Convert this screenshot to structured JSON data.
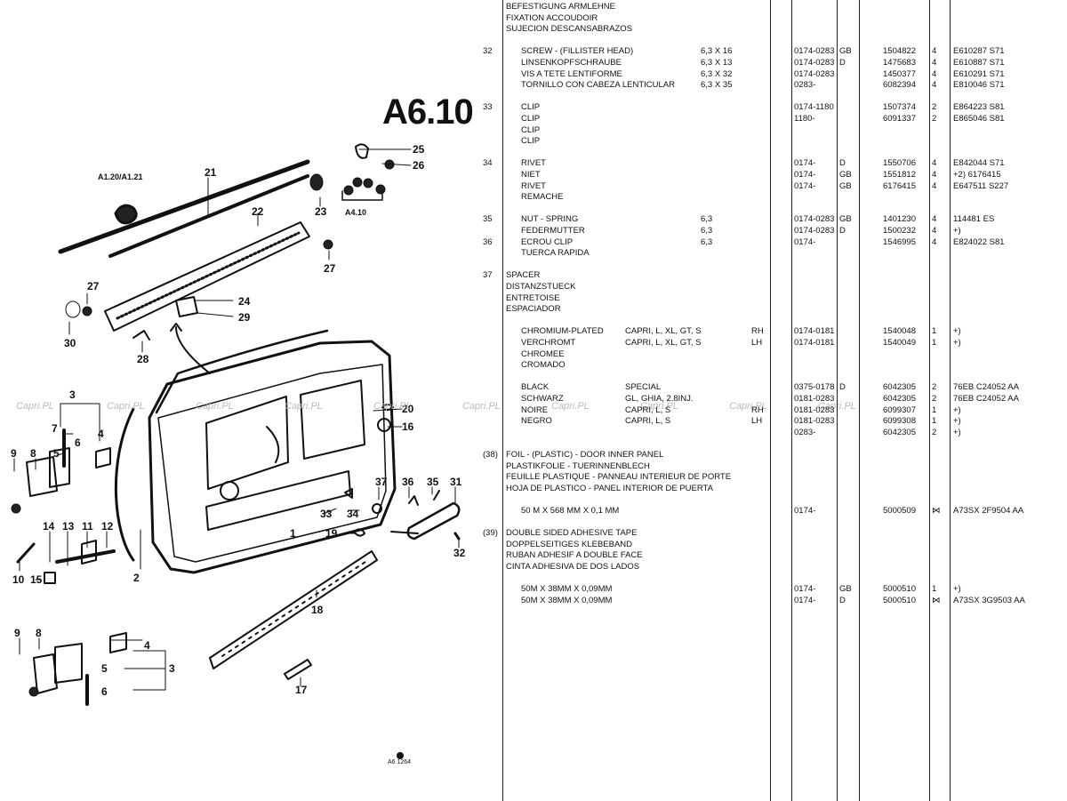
{
  "page": {
    "sheet_code": "A6.10",
    "diagram_ref": "A6 1264",
    "watermark": "Capri.PL"
  },
  "diagram_labels": {
    "n1": "1",
    "n2": "2",
    "n3a": "3",
    "n3b": "3",
    "n4a": "4",
    "n4b": "4",
    "n5a": "5",
    "n5b": "5",
    "n6a": "6",
    "n6b": "6",
    "n7": "7",
    "n8a": "8",
    "n8b": "8",
    "n9a": "9",
    "n9b": "9",
    "n10": "10",
    "n11": "11",
    "n12": "12",
    "n13": "13",
    "n14": "14",
    "n15": "15",
    "n16": "16",
    "n17": "17",
    "n18": "18",
    "n19": "19",
    "n20": "20",
    "n21": "21",
    "n22": "22",
    "n23": "23",
    "n24": "24",
    "n25": "25",
    "n26": "26",
    "n27a": "27",
    "n27b": "27",
    "n28": "28",
    "n29": "29",
    "n30": "30",
    "n31": "31",
    "n32": "32",
    "n33": "33",
    "n34": "34",
    "n35": "35",
    "n36": "36",
    "n37": "37",
    "a1ref": "A1.20/A1.21",
    "a4ref": "A4.10"
  },
  "rows": [
    {
      "desc": "BEFESTIGUNG ARMLEHNE"
    },
    {
      "desc": "FIXATION ACCOUDOIR"
    },
    {
      "desc": "SUJECION DESCANSABRAZOS"
    },
    {},
    {
      "item": "32",
      "desc": "SCREW - (FILLISTER HEAD)",
      "ind": true,
      "size": "6,3 X 16",
      "date": "0174-0283",
      "cat": "GB",
      "part": "1504822",
      "qty": "4",
      "ref": "E610287 S71"
    },
    {
      "desc": "LINSENKOPFSCHRAUBE",
      "ind": true,
      "size": "6,3 X 13",
      "date": "0174-0283",
      "cat": "D",
      "part": "1475683",
      "qty": "4",
      "ref": "E610887 S71"
    },
    {
      "desc": "VIS A TETE LENTIFORME",
      "ind": true,
      "size": "6,3 X 32",
      "date": "0174-0283",
      "part": "1450377",
      "qty": "4",
      "ref": "E610291 S71"
    },
    {
      "desc": "TORNILLO CON CABEZA LENTICULAR",
      "ind": true,
      "size": "6,3 X 35",
      "date": "0283-",
      "part": "6082394",
      "qty": "4",
      "ref": "E810046 S71"
    },
    {},
    {
      "item": "33",
      "desc": "CLIP",
      "ind": true,
      "date": "0174-1180",
      "part": "1507374",
      "qty": "2",
      "ref": "E864223 S81"
    },
    {
      "desc": "CLIP",
      "ind": true,
      "date": "1180-",
      "part": "6091337",
      "qty": "2",
      "ref": "E865046 S81"
    },
    {
      "desc": "CLIP",
      "ind": true
    },
    {
      "desc": "CLIP",
      "ind": true
    },
    {},
    {
      "item": "34",
      "desc": "RIVET",
      "ind": true,
      "date": "0174-",
      "cat": "D",
      "part": "1550706",
      "qty": "4",
      "ref": "E842044 S71"
    },
    {
      "desc": "NIET",
      "ind": true,
      "date": "0174-",
      "cat": "GB",
      "part": "1551812",
      "qty": "4",
      "ref": "+2) 6176415"
    },
    {
      "desc": "RIVET",
      "ind": true,
      "date": "0174-",
      "cat": "GB",
      "part": "6176415",
      "qty": "4",
      "ref": "E647511 S227"
    },
    {
      "desc": "REMACHE",
      "ind": true
    },
    {},
    {
      "item": "35",
      "desc": "NUT - SPRING",
      "ind": true,
      "size": "6,3",
      "date": "0174-0283",
      "cat": "GB",
      "part": "1401230",
      "qty": "4",
      "ref": "114481 ES"
    },
    {
      "desc": "FEDERMUTTER",
      "ind": true,
      "size": "6,3",
      "date": "0174-0283",
      "cat": "D",
      "part": "1500232",
      "qty": "4",
      "ref": "+)"
    },
    {
      "item": "36",
      "desc": "ECROU CLIP",
      "ind": true,
      "size": "6,3",
      "date": "0174-",
      "part": "1546995",
      "qty": "4",
      "ref": "E824022 S81"
    },
    {
      "desc": "TUERCA RAPIDA",
      "ind": true
    },
    {},
    {
      "item": "37",
      "desc": "SPACER"
    },
    {
      "desc": "DISTANZSTUECK"
    },
    {
      "desc": "ENTRETOISE"
    },
    {
      "desc": "ESPACIADOR"
    },
    {},
    {
      "desc": "CHROMIUM-PLATED",
      "ind": true,
      "spec": "CAPRI, L, XL, GT, S",
      "side": "RH",
      "date": "0174-0181",
      "part": "1540048",
      "qty": "1",
      "ref": "+)"
    },
    {
      "desc": "VERCHROMT",
      "ind": true,
      "spec": "CAPRI, L, XL, GT, S",
      "side": "LH",
      "date": "0174-0181",
      "part": "1540049",
      "qty": "1",
      "ref": "+)"
    },
    {
      "desc": "CHROMEE",
      "ind": true
    },
    {
      "desc": "CROMADO",
      "ind": true
    },
    {},
    {
      "desc": "BLACK",
      "ind": true,
      "spec": "SPECIAL",
      "date": "0375-0178",
      "cat": "D",
      "part": "6042305",
      "qty": "2",
      "ref": "76EB C24052 AA"
    },
    {
      "desc": "SCHWARZ",
      "ind": true,
      "spec": "GL, GHIA, 2.8INJ.",
      "date": "0181-0283",
      "part": "6042305",
      "qty": "2",
      "ref": "76EB C24052 AA"
    },
    {
      "desc": "NOIRE",
      "ind": true,
      "spec": "CAPRI, L, S",
      "side": "RH",
      "date": "0181-0283",
      "part": "6099307",
      "qty": "1",
      "ref": "+)"
    },
    {
      "desc": "NEGRO",
      "ind": true,
      "spec": "CAPRI, L, S",
      "side": "LH",
      "date": "0181-0283",
      "part": "6099308",
      "qty": "1",
      "ref": "+)"
    },
    {
      "date": "0283-",
      "part": "6042305",
      "qty": "2",
      "ref": "+)"
    },
    {},
    {
      "item": "(38)",
      "desc": "FOIL - (PLASTIC) - DOOR INNER PANEL"
    },
    {
      "desc": "PLASTIKFOLIE - TUERINNENBLECH"
    },
    {
      "desc": "FEUILLE PLASTIQUE - PANNEAU INTERIEUR DE PORTE"
    },
    {
      "desc": "HOJA DE PLASTICO - PANEL INTERIOR DE PUERTA"
    },
    {},
    {
      "desc": "50 M X 568 MM X 0,1 MM",
      "ind": true,
      "date": "0174-",
      "part": "5000509",
      "qty": "⋈",
      "ref": "A73SX 2F9504 AA"
    },
    {},
    {
      "item": "(39)",
      "desc": "DOUBLE SIDED ADHESIVE TAPE"
    },
    {
      "desc": "DOPPELSEITIGES KLEBEBAND"
    },
    {
      "desc": "RUBAN ADHESIF A DOUBLE FACE"
    },
    {
      "desc": "CINTA ADHESIVA DE DOS LADOS"
    },
    {},
    {
      "desc": "50M X 38MM X 0,09MM",
      "ind": true,
      "date": "0174-",
      "cat": "GB",
      "part": "5000510",
      "qty": "1",
      "ref": "+)"
    },
    {
      "desc": "50M X 38MM X 0,09MM",
      "ind": true,
      "date": "0174-",
      "cat": "D",
      "part": "5000510",
      "qty": "⋈",
      "ref": "A73SX 3G9503 AA"
    }
  ]
}
